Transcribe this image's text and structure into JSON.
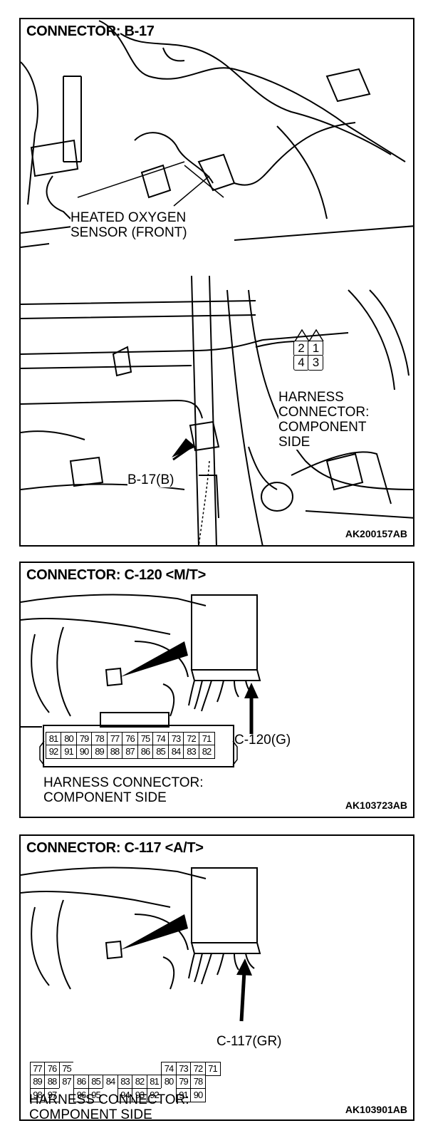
{
  "panels": [
    {
      "title": "CONNECTOR: B-17",
      "sensor_label": "HEATED OXYGEN\nSENSOR (FRONT)",
      "connector_pins": [
        "2",
        "1",
        "4",
        "3"
      ],
      "harness_label": "HARNESS\nCONNECTOR:\nCOMPONENT\nSIDE",
      "callout": "B-17(B)",
      "code": "AK200157AB"
    },
    {
      "title": "CONNECTOR: C-120 <M/T>",
      "callout": "C-120(G)",
      "pin_rows": [
        [
          "81",
          "80",
          "79",
          "78",
          "77",
          "76",
          "75",
          "74",
          "73",
          "72",
          "71"
        ],
        [
          "92",
          "91",
          "90",
          "89",
          "88",
          "87",
          "86",
          "85",
          "84",
          "83",
          "82"
        ]
      ],
      "harness_label": "HARNESS CONNECTOR:\nCOMPONENT SIDE",
      "code": "AK103723AB"
    },
    {
      "title": "CONNECTOR: C-117 <A/T>",
      "callout": "C-117(GR)",
      "pin_rows": [
        [
          "77",
          "76",
          "75",
          "",
          "",
          "",
          "",
          "",
          "",
          "74",
          "73",
          "72",
          "71"
        ],
        [
          "89",
          "88",
          "87",
          "86",
          "85",
          "84",
          "83",
          "82",
          "81",
          "80",
          "79",
          "78"
        ],
        [
          "98",
          "97",
          "",
          "96",
          "95",
          "",
          "94",
          "93",
          "92",
          "",
          "91",
          "90"
        ]
      ],
      "harness_label": "HARNESS CONNECTOR:\nCOMPONENT SIDE",
      "code": "AK103901AB"
    }
  ]
}
